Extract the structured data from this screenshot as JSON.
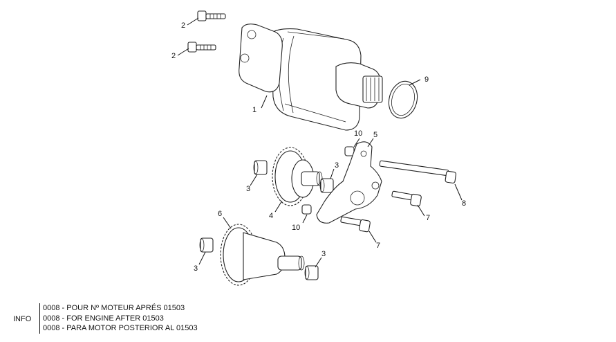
{
  "callouts": {
    "c1": "1",
    "c2a": "2",
    "c2b": "2",
    "c3a": "3",
    "c3b": "3",
    "c3c": "3",
    "c3d": "3",
    "c4": "4",
    "c5": "5",
    "c6": "6",
    "c7a": "7",
    "c7b": "7",
    "c8": "8",
    "c9": "9",
    "c10a": "10",
    "c10b": "10"
  },
  "info": {
    "label": "INFO",
    "lines": [
      "0008 - POUR Nº MOTEUR APRÉS 01503",
      "0008 - FOR ENGINE AFTER 01503",
      "0008 - PARA MOTOR POSTERIOR AL 01503"
    ]
  }
}
